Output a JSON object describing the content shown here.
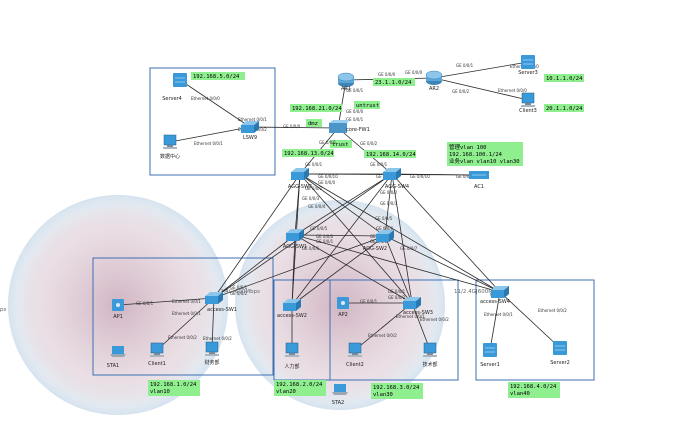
{
  "colors": {
    "subnet_fill": "#8fef8f",
    "link": "#2b2b2b",
    "box_border": "#3f6fb3",
    "device_blue": "#3a9ad9",
    "router_blue": "#5aa6d6",
    "wifi_halo": "#dce8f2",
    "wifi_core": "#d9bfc9"
  },
  "devices": {
    "ar1": {
      "label": "AR1",
      "icon": "router-icon"
    },
    "ar2": {
      "label": "AR2",
      "icon": "router-icon"
    },
    "server3": {
      "label": "Server3",
      "icon": "server-icon"
    },
    "client3": {
      "label": "Client3",
      "icon": "client-icon"
    },
    "server4": {
      "label": "Server4",
      "icon": "server-icon"
    },
    "dc": {
      "label": "数据中心",
      "icon": "pc-icon"
    },
    "lsw9": {
      "label": "LSW9",
      "icon": "switch-icon"
    },
    "fw1": {
      "label": "core-FW1",
      "icon": "firewall-icon"
    },
    "agg3": {
      "label": "AGG-SW3",
      "icon": "switch-icon"
    },
    "agg4": {
      "label": "AGG-SW4",
      "icon": "switch-icon"
    },
    "agg1": {
      "label": "AGG-SW1",
      "icon": "switch-icon"
    },
    "agg2": {
      "label": "AGG-SW2",
      "icon": "switch-icon"
    },
    "ac1": {
      "label": "AC1",
      "icon": "ac-icon"
    },
    "ap1": {
      "label": "AP1",
      "icon": "ap-icon"
    },
    "acc1": {
      "label": "access-SW1",
      "icon": "switch-icon"
    },
    "sta1": {
      "label": "STA1",
      "icon": "laptop-icon"
    },
    "client1": {
      "label": "Client1",
      "icon": "client-icon"
    },
    "finance": {
      "label": "财务部",
      "icon": "pc-icon"
    },
    "acc2": {
      "label": "access-SW2",
      "icon": "switch-icon"
    },
    "hr": {
      "label": "人力部",
      "icon": "pc-icon"
    },
    "sta2": {
      "label": "STA2",
      "icon": "laptop-icon"
    },
    "ap2": {
      "label": "AP2",
      "icon": "ap-icon"
    },
    "acc3": {
      "label": "access-SW3",
      "icon": "switch-icon"
    },
    "client2": {
      "label": "Client2",
      "icon": "client-icon"
    },
    "tech": {
      "label": "技术部",
      "icon": "pc-icon"
    },
    "acc4": {
      "label": "access-SW4",
      "icon": "switch-icon"
    },
    "server1": {
      "label": "Server1",
      "icon": "server-icon"
    },
    "server2": {
      "label": "Server2",
      "icon": "server-icon"
    }
  },
  "subnets": {
    "s192_5": "192.168.5.0/24",
    "s23": "23.1.1.0/24",
    "s10": "10.1.1.0/24",
    "s20": "20.1.1.0/24",
    "s21": "192.168.21.0/24",
    "s13": "192.168.13.0/24",
    "s14": "192.168.14.0/24",
    "mgmt1": "管理vlan 100",
    "mgmt2": "192.168.100.1/24",
    "mgmt3": "业务vlan vlan10 vlan30",
    "v10a": "192.168.1.0/24",
    "v10b": "vlan10",
    "v20a": "192.168.2.0/24",
    "v20b": "vlan20",
    "v30a": "192.168.3.0/24",
    "v30b": "vlan30",
    "v40a": "192.168.4.0/24",
    "v40b": "vlan40"
  },
  "zones": {
    "dmz": "dmz",
    "untrust": "untrust",
    "trust": "trust"
  },
  "wifi_labels": {
    "w1": "2.4G|600Mbps",
    "w2": "11/2.4G|600Mbps",
    "w3": "ps"
  },
  "ports": {
    "ge000": "GE 0/0/0",
    "ge001": "GE 0/0/1",
    "ge002": "GE 0/0/2",
    "ge003": "GE 0/0/3",
    "ge004": "GE 0/0/4",
    "ge005": "GE 0/0/5",
    "ge006": "GE 0/0/6",
    "ge007": "GE 0/0/7",
    "ge0010": "GE 0/0/10",
    "eth000": "Ethernet 0/0/0",
    "eth001": "Ethernet 0/0/1",
    "eth002": "Ethernet 0/0/2"
  }
}
